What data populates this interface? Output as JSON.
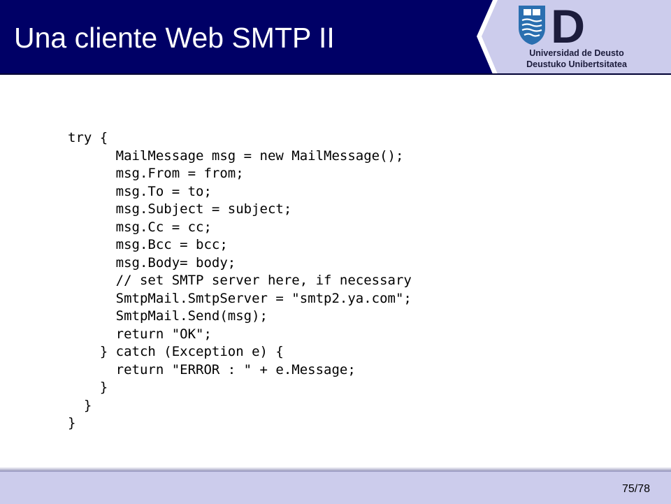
{
  "header": {
    "title": "Una cliente Web SMTP II",
    "colors": {
      "navy": "#000066",
      "logo_panel": "#ccccec",
      "logo_blue": "#2a6fb0",
      "logo_dark": "#1c1c3c"
    }
  },
  "logo": {
    "emblem_icon": "university-shield-icon",
    "letter": "D",
    "line1": "Universidad de Deusto",
    "line2": "Deustuko Unibertsitatea"
  },
  "code": {
    "lines": [
      "try {",
      "      MailMessage msg = new MailMessage();",
      "      msg.From = from;",
      "      msg.To = to;",
      "      msg.Subject = subject;",
      "      msg.Cc = cc;",
      "      msg.Bcc = bcc;",
      "      msg.Body= body;",
      "      // set SMTP server here, if necessary",
      "      SmtpMail.SmtpServer = \"smtp2.ya.com\";",
      "      SmtpMail.Send(msg);",
      "      return \"OK\";",
      "    } catch (Exception e) {",
      "      return \"ERROR : \" + e.Message;",
      "    }",
      "  }",
      "}"
    ]
  },
  "footer": {
    "page": "75/78"
  }
}
